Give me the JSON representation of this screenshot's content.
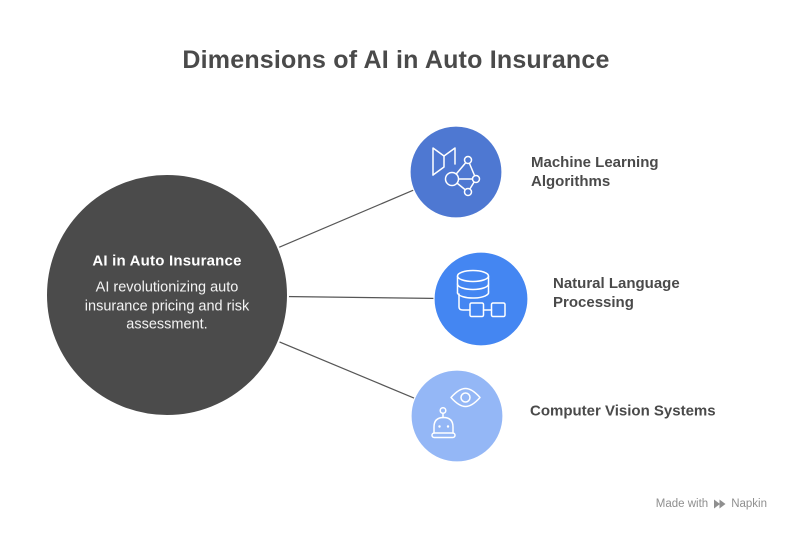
{
  "title": "Dimensions of AI in Auto Insurance",
  "center_node": {
    "heading": "AI in Auto Insurance",
    "description": "AI revolutionizing auto insurance pricing and risk assessment.",
    "fill": "#4b4b4b",
    "border": "#ffffff"
  },
  "nodes": [
    {
      "label": "Machine Learning Algorithms",
      "icon": "map-network-icon",
      "color": "#4e78d2"
    },
    {
      "label": "Natural Language Processing",
      "icon": "database-flow-icon",
      "color": "#4486f2"
    },
    {
      "label": "Computer Vision Systems",
      "icon": "eye-robot-icon",
      "color": "#94b7f6"
    }
  ],
  "connector_color": "#565656",
  "watermark": {
    "prefix": "Made with",
    "brand": "Napkin",
    "icon": "napkin-logo-icon",
    "color": "#8f8f8f"
  }
}
